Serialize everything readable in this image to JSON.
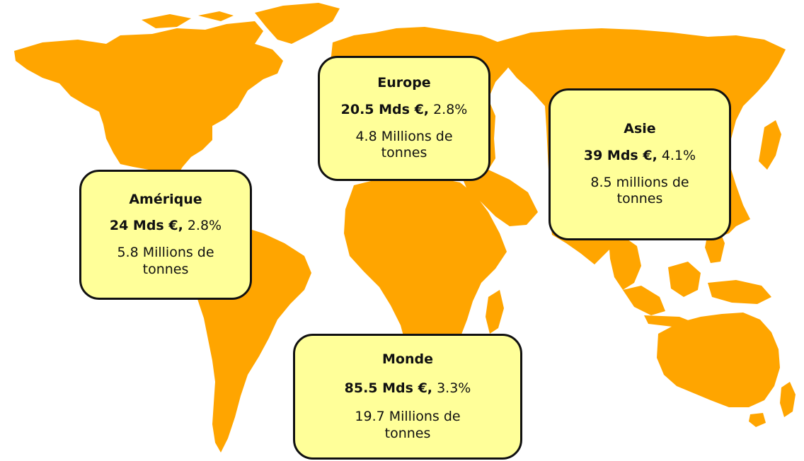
{
  "map": {
    "land_color": "#ffa500",
    "background_color": "#ffffff"
  },
  "callouts": {
    "europe": {
      "region": "Europe",
      "value": "20.5 Mds €,",
      "growth": "2.8%",
      "volume_line1": "4.8 Millions de",
      "volume_line2": "tonnes"
    },
    "asie": {
      "region": "Asie",
      "value": "39 Mds €,",
      "growth": "4.1%",
      "volume_line1": "8.5 millions de",
      "volume_line2": "tonnes"
    },
    "amerique": {
      "region": "Amérique",
      "value": "24 Mds €,",
      "growth": "2.8%",
      "volume_line1": "5.8 Millions de",
      "volume_line2": "tonnes"
    },
    "monde": {
      "region": "Monde",
      "value": "85.5 Mds €,",
      "growth": "3.3%",
      "volume_line1": "19.7 Millions de",
      "volume_line2": "tonnes"
    }
  },
  "colors": {
    "callout_fill": "#ffff99",
    "callout_border": "#111111"
  }
}
